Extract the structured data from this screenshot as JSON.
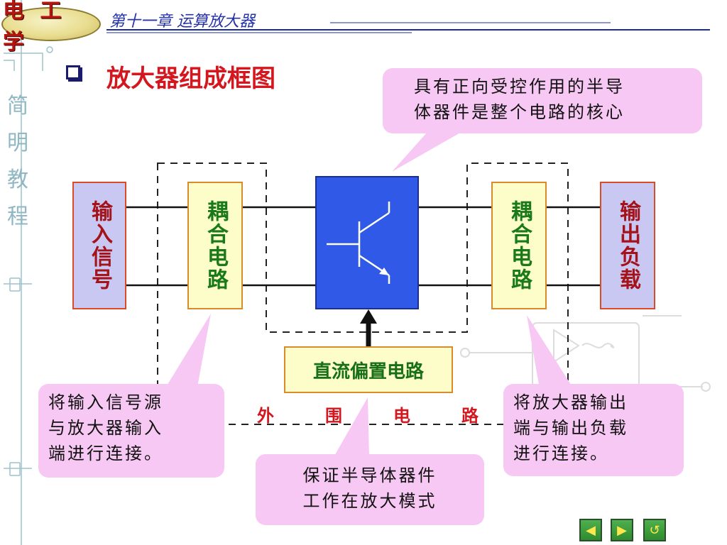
{
  "header": {
    "logo": "电 工 学",
    "chapter": "第十一章  运算放大器"
  },
  "title": "放大器组成框图",
  "side_chars": [
    "简",
    "明",
    "教",
    "程"
  ],
  "diagram": {
    "input_box": "输入信号",
    "coupling_left": "耦合电路",
    "coupling_right": "耦合电路",
    "output_box": "输出负载",
    "dc_bias": "直流偏置电路",
    "periphery": [
      "外",
      "围",
      "电",
      "路"
    ]
  },
  "callouts": {
    "top": [
      "具有正向受控作用的半导",
      "体器件是整个电路的核心"
    ],
    "left": [
      "将输入信号源",
      "与放大器输入",
      "端进行连接。"
    ],
    "bottom": [
      "保证半导体器件",
      "工作在放大模式"
    ],
    "right": [
      "将放大器输出",
      "端与输出负载",
      "进行连接。"
    ]
  },
  "nav": {
    "prev": "◀",
    "next": "▶",
    "return": "↺"
  },
  "colors": {
    "title": "#d4161f",
    "amplifier": "#2f59e6",
    "callout_bg": "#f7c8f3",
    "coupling_bg": "#fcfdc8",
    "io_bg": "#c9c8f3"
  }
}
